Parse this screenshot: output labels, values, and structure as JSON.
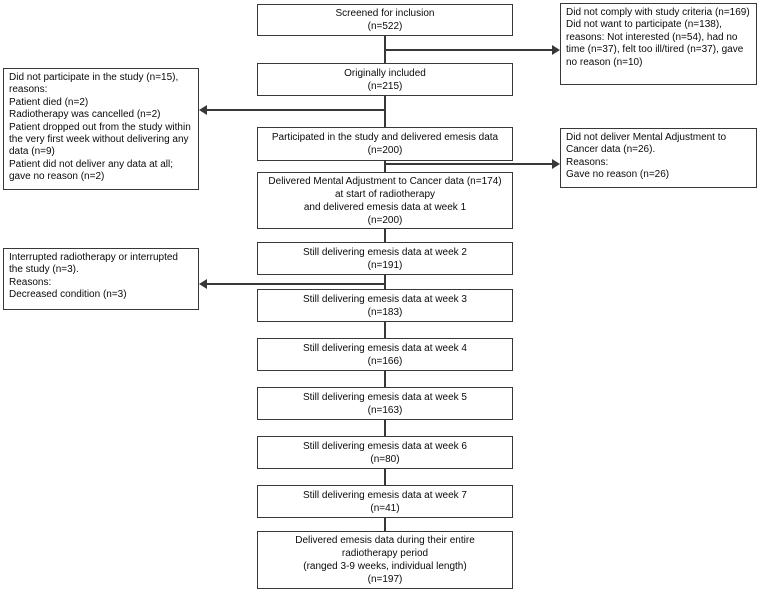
{
  "colors": {
    "line": "#383838",
    "text": "#0a0a0a",
    "bg": "#ffffff"
  },
  "boxes": {
    "screened": {
      "text": "Screened for inclusion\n(n=522)"
    },
    "not_comply": {
      "text": "Did not comply with study criteria (n=169)\nDid not want to participate (n=138), reasons: Not interested (n=54), had no time (n=37), felt too ill/tired (n=37), gave no reason (n=10)"
    },
    "included": {
      "text": "Originally included\n(n=215)"
    },
    "not_participate": {
      "text": "Did not participate in the study (n=15), reasons:\nPatient died (n=2)\nRadiotherapy was cancelled (n=2)\nPatient dropped out from the study within the very first week without delivering any data (n=9)\nPatient did not deliver any data at all; gave no reason (n=2)"
    },
    "participated": {
      "text": "Participated in the study and delivered emesis data\n(n=200)"
    },
    "no_mac_data": {
      "text": "Did not deliver Mental Adjustment to Cancer data (n=26).\nReasons:\nGave no reason (n=26)"
    },
    "mac": {
      "text": "Delivered Mental Adjustment to Cancer data (n=174)\nat start of radiotherapy\nand delivered emesis data at week 1\n(n=200)"
    },
    "interrupted": {
      "text": "Interrupted radiotherapy or interrupted the study (n=3).\nReasons:\nDecreased condition (n=3)"
    },
    "week2": {
      "text": "Still delivering emesis data at week 2\n(n=191)"
    },
    "week3": {
      "text": "Still delivering emesis data at week 3\n(n=183)"
    },
    "week4": {
      "text": "Still delivering emesis data at week 4\n(n=166)"
    },
    "week5": {
      "text": "Still delivering emesis data at week 5\n(n=163)"
    },
    "week6": {
      "text": "Still delivering emesis data at week 6\n(n=80)"
    },
    "week7": {
      "text": "Still delivering emesis data at week 7\n(n=41)"
    },
    "final": {
      "text": "Delivered emesis data during their entire\nradiotherapy period\n(ranged 3-9 weeks, individual length)\n(n=197)"
    }
  }
}
